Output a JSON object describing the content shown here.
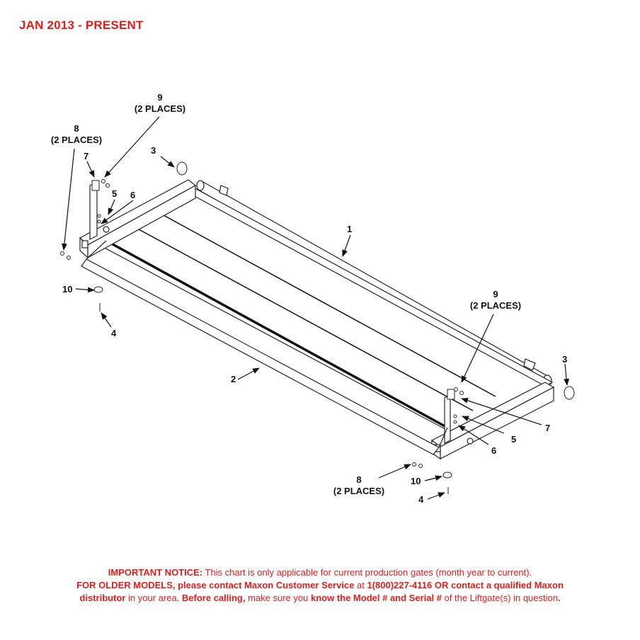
{
  "header": {
    "title": "JAN 2013 - PRESENT"
  },
  "callouts": {
    "c1": "1",
    "c2": "2",
    "c3a": "3",
    "c3b": "3",
    "c4a": "4",
    "c4b": "4",
    "c5a": "5",
    "c5b": "5",
    "c6a": "6",
    "c6b": "6",
    "c7a": "7",
    "c7b": "7",
    "c8a": "8",
    "c8a_sub": "(2 PLACES)",
    "c8b": "8",
    "c8b_sub": "(2 PLACES)",
    "c9a": "9",
    "c9a_sub": "(2 PLACES)",
    "c9b": "9",
    "c9b_sub": "(2 PLACES)",
    "c10a": "10",
    "c10b": "10"
  },
  "notice": {
    "l1_bold": "IMPORTANT NOTICE:",
    "l1_text": " This chart is only applicable for current production gates (month year to current).",
    "l2_bold1": "FOR OLDER MODELS, please contact Maxon Customer Service",
    "l2_text1": " at ",
    "l2_bold2": "1(800)227-4116 OR contact a qualified Maxon",
    "l3_bold1": "distributor",
    "l3_text1": " in your area. ",
    "l3_bold2": "Before calling,",
    "l3_text2": " make sure you ",
    "l3_bold3": "know the Model # and Serial #",
    "l3_text3": " of the Liftgate(s) in question",
    "l3_bold4": "."
  }
}
